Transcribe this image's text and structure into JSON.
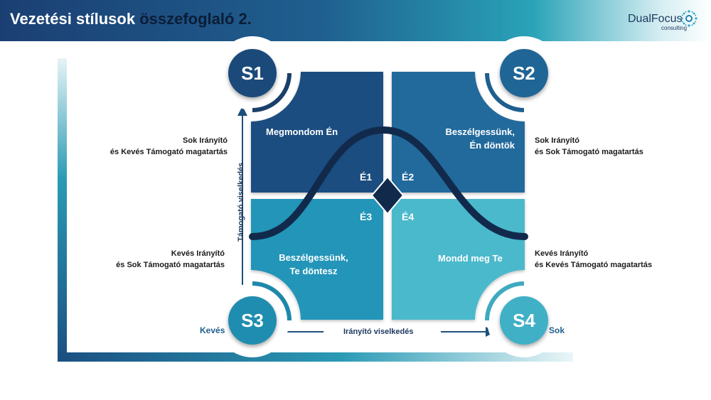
{
  "header": {
    "title_main": "Vezetési stílusok ",
    "title_accent": "összefoglaló 2.",
    "logo_name": "DualFocus",
    "logo_sub": "consulting"
  },
  "quadrants": {
    "s1": {
      "code": "S1",
      "line1": "Megmondom Én"
    },
    "s2": {
      "code": "S2",
      "line1": "Beszélgessünk,",
      "line2": "Én döntök"
    },
    "s3": {
      "code": "S3",
      "line1": "Beszélgessünk,",
      "line2": "Te döntesz"
    },
    "s4": {
      "code": "S4",
      "line1": "Mondd meg Te"
    }
  },
  "readiness": {
    "e1": "É1",
    "e2": "É2",
    "e3": "É3",
    "e4": "É4"
  },
  "side_labels": {
    "top_left": {
      "line1": "Sok Irányító",
      "line2": "és Kevés Támogató magatartás"
    },
    "top_right": {
      "line1": "Sok Irányító",
      "line2": "és Sok Támogató magatartás"
    },
    "bottom_left": {
      "line1": "Kevés Irányító",
      "line2": "és Sok Támogató magatartás"
    },
    "bottom_right": {
      "line1": "Kevés Irányító",
      "line2": "és Kevés Támogató magatartás"
    }
  },
  "axes": {
    "x_title": "Irányító viselkedés",
    "y_title": "Támogató viselkedés",
    "low": "Kevés",
    "high": "Sok"
  },
  "colors": {
    "q1": "#1f4e80",
    "q2": "#226a9c",
    "q3": "#2195b8",
    "q4": "#4cb9cc",
    "curve": "#112a4c",
    "circle": "#1c5a8a"
  }
}
